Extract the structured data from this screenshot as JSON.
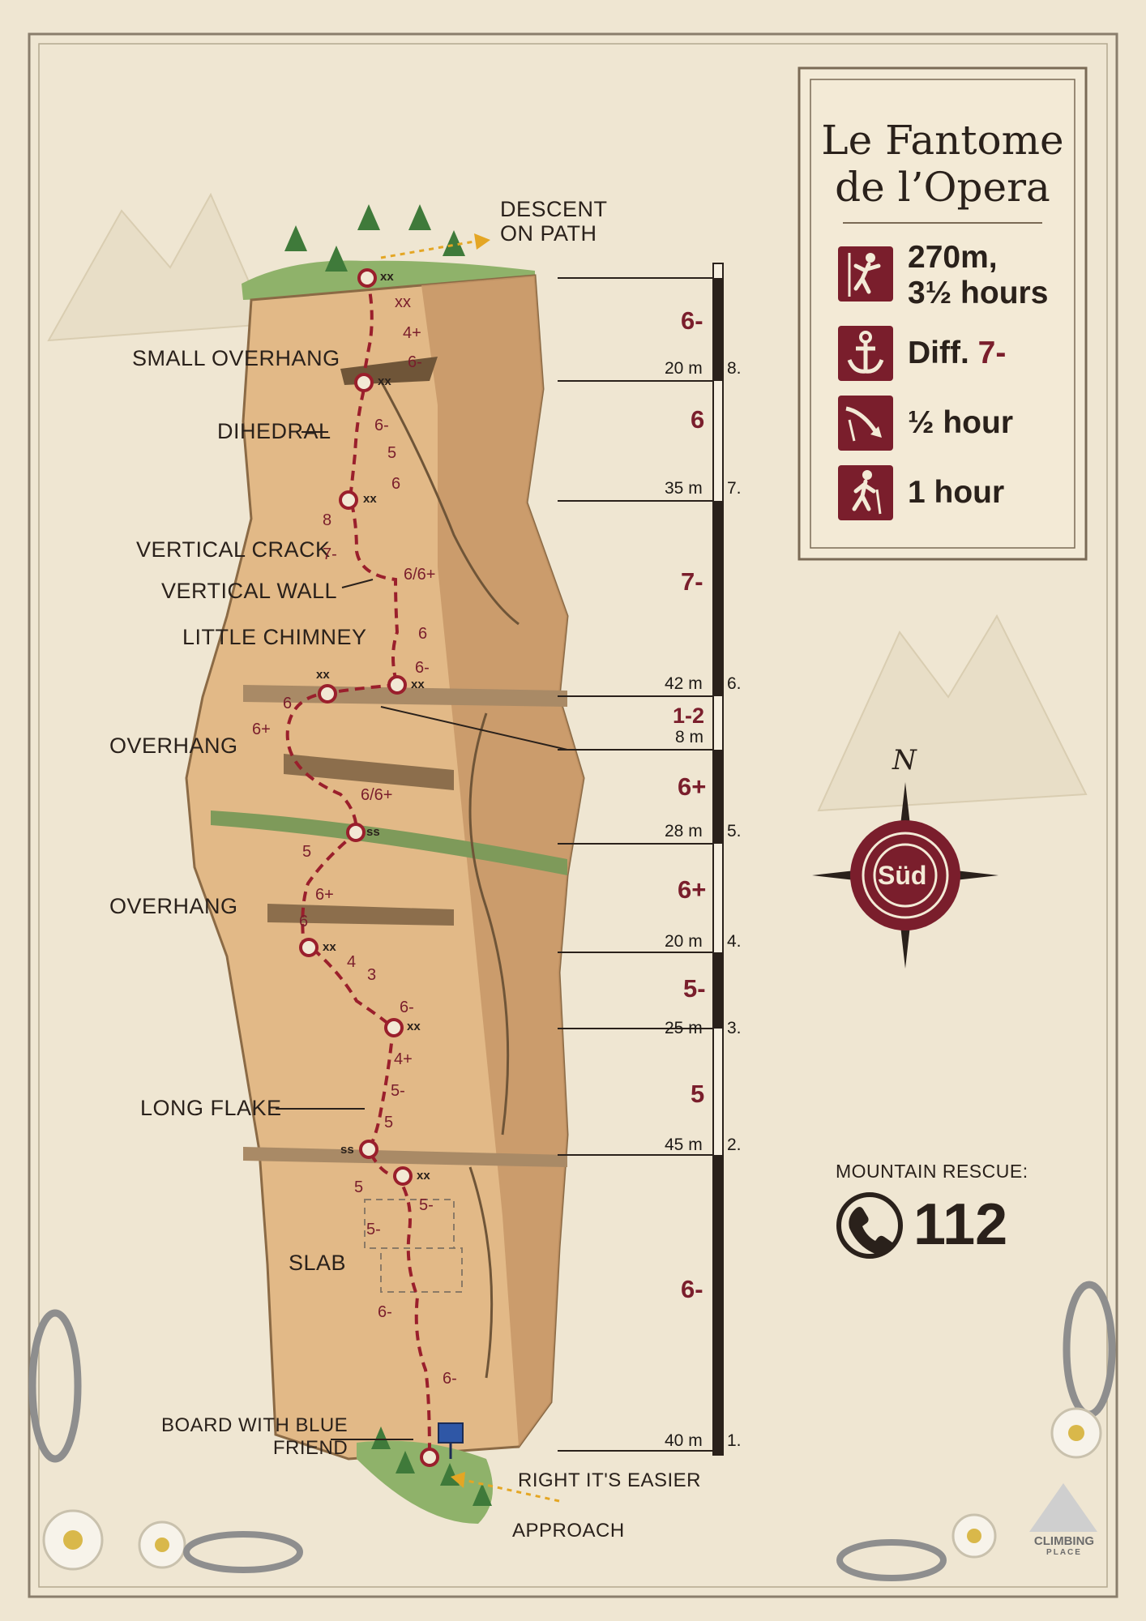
{
  "route": {
    "title_line1": "Le Fantome",
    "title_line2": "de l’Opera",
    "length": "270m,",
    "climb_time": "3½ hours",
    "difficulty_prefix": "Diff.",
    "difficulty_value": "7-",
    "descent_time": "½ hour",
    "approach_time": "1 hour"
  },
  "icons": {
    "climbing": "climber-icon",
    "difficulty": "anchor-icon",
    "descent": "descent-arrow-icon",
    "approach": "hiker-icon",
    "rescue": "phone-icon",
    "compass": "compass-rose-icon"
  },
  "colors": {
    "accent": "#7a1e2c",
    "paper": "#efe6d2",
    "ink": "#2a211b",
    "rock": "#e2b987"
  },
  "labels": {
    "descent_line1": "DESCENT",
    "descent_line2": "ON PATH",
    "small_overhang": "SMALL OVERHANG",
    "dihedral": "DIHEDRAL",
    "vertical_crack": "VERTICAL CRACK",
    "vertical_wall": "VERTICAL WALL",
    "little_chimney": "LITTLE CHIMNEY",
    "overhang_upper": "OVERHANG",
    "overhang_lower": "OVERHANG",
    "long_flake": "LONG FLAKE",
    "slab": "SLAB",
    "board_line1": "BOARD WITH BLUE",
    "board_line2": "FRIEND",
    "right_easier": "RIGHT IT'S EASIER",
    "approach": "APPROACH"
  },
  "pitches": [
    {
      "number": "1.",
      "length": "40 m",
      "grade": "6-"
    },
    {
      "number": "2.",
      "length": "45 m",
      "grade": "5"
    },
    {
      "number": "3.",
      "length": "25 m",
      "grade": "5-"
    },
    {
      "number": "4.",
      "length": "20 m",
      "grade": "6+"
    },
    {
      "number": "5.",
      "length": "28 m",
      "grade": "6+"
    },
    {
      "number": "6.",
      "length": "42 m",
      "grade": "7-"
    },
    {
      "number": "7.",
      "length": "35 m",
      "grade": "6"
    },
    {
      "number": "8.",
      "length": "20 m",
      "grade": "6-"
    }
  ],
  "traverse": {
    "grade": "1-2",
    "length": "8 m"
  },
  "route_grades": {
    "g1": "xx",
    "g2": "4+",
    "g3": "6-",
    "g4": "6-",
    "g5": "5",
    "g6": "6",
    "g7": "8",
    "g8": "7-",
    "g9": "6/6+",
    "g10": "6",
    "g11": "6-",
    "g12": "6",
    "g13": "6+",
    "g14": "6/6+",
    "g15": "5",
    "g16": "6+",
    "g17": "6",
    "g18": "4",
    "g19": "3",
    "g20": "6-",
    "g21": "4+",
    "g22": "5-",
    "g23": "5",
    "g24": "5",
    "g25": "5-",
    "g26": "5-",
    "g27": "6-",
    "g28": "6-"
  },
  "anchors": {
    "a1": "xx",
    "a2": "xx",
    "a3": "xx",
    "a4": "xx",
    "a5": "xx",
    "a6": "ss",
    "a7": "xx",
    "a8": "xx",
    "a9": "ss",
    "a10": "xx"
  },
  "compass": {
    "north": "N",
    "face": "Süd"
  },
  "rescue": {
    "label": "MOUNTAIN RESCUE:",
    "number": "112"
  },
  "logo": {
    "line1": "CLIMBING",
    "line2": "PLACE"
  }
}
